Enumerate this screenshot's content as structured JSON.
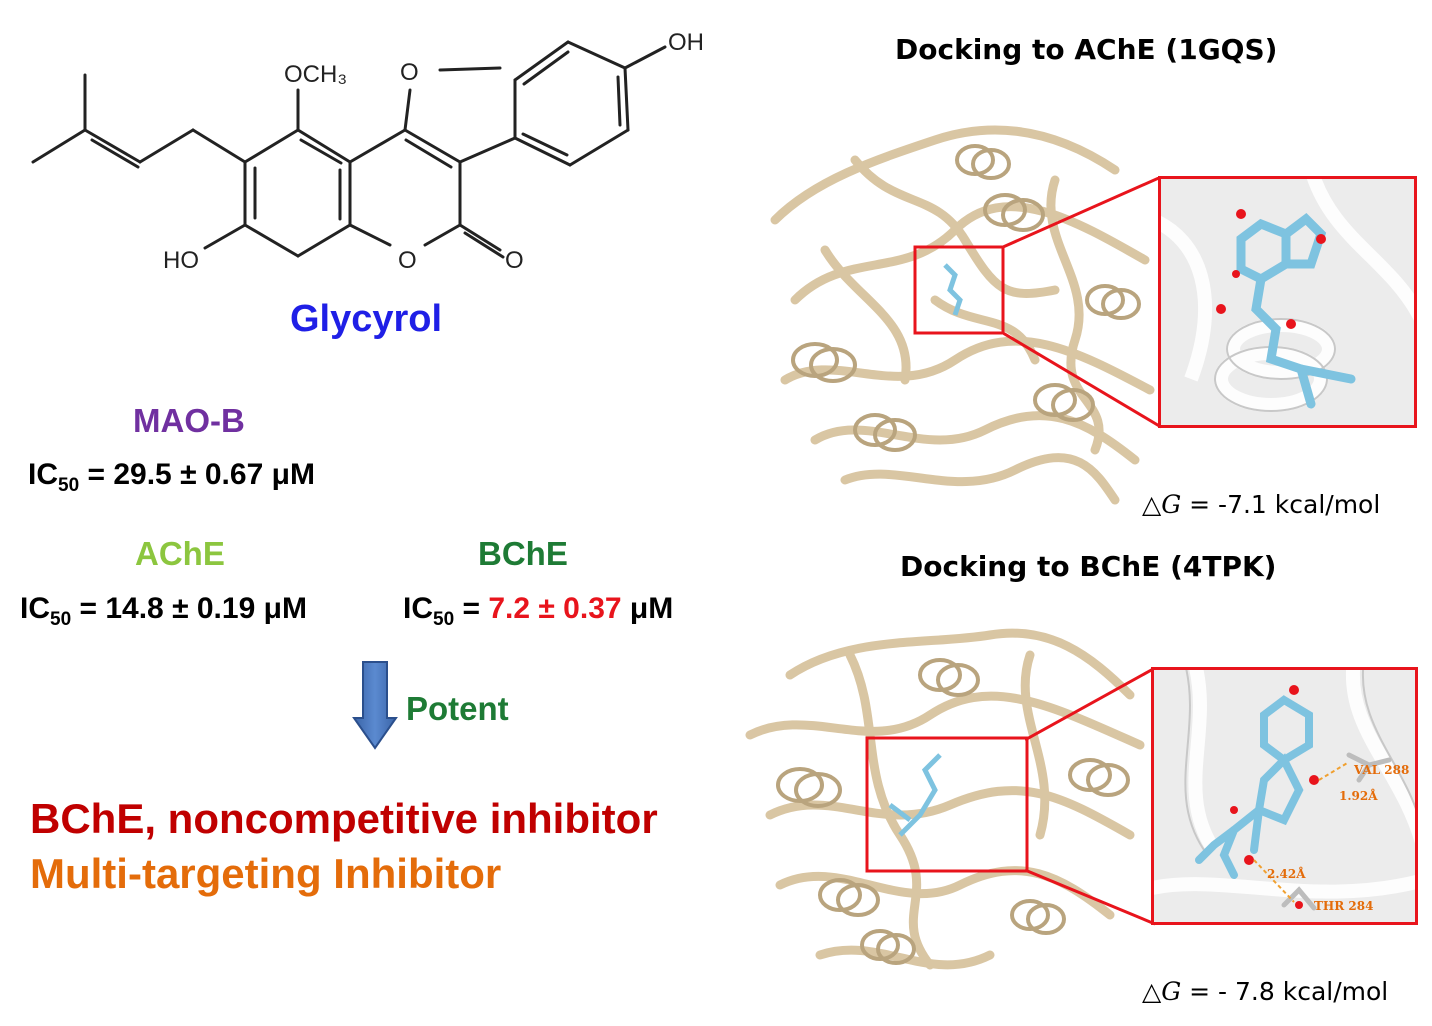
{
  "molecule": {
    "labels": {
      "methoxy": "OCH₃",
      "ring_o": "O",
      "oh_top": "OH",
      "oh_left": "HO",
      "o_lactone": "O",
      "o_carbonyl": "O"
    }
  },
  "compound_name": "Glycyrol",
  "maob": {
    "label": "MAO-B",
    "ic_prefix": "IC",
    "ic_sub": "50",
    "ic_value": "= 29.5 ± 0.67 μM"
  },
  "ache": {
    "label": "AChE",
    "ic_prefix": "IC",
    "ic_sub": "50",
    "ic_value": "= 14.8 ± 0.19 μM"
  },
  "bche": {
    "label": "BChE",
    "ic_prefix": "IC",
    "ic_sub": "50",
    "ic_eq": "= ",
    "ic_highlight": "7.2 ± 0.37",
    "ic_unit": " μM"
  },
  "arrow_label": "Potent",
  "conclusion": {
    "line1": "BChE, noncompetitive inhibitor",
    "line2": "Multi-targeting Inhibitor"
  },
  "docking_ache": {
    "title": "Docking to AChE (1GQS)",
    "dg_symbol": "△",
    "dg_var": "G",
    "dg_value": " =  -7.1 kcal/mol"
  },
  "docking_bche": {
    "title": "Docking to BChE (4TPK)",
    "dg_symbol": "△",
    "dg_var": "G",
    "dg_value": " =  - 7.8 kcal/mol",
    "residues": {
      "val": "VAL 288",
      "thr": "THR 284"
    },
    "distances": {
      "d1": "1.92Å",
      "d2": "2.42Å"
    }
  },
  "colors": {
    "compound": "#1f1fe6",
    "maob": "#7030a0",
    "ache": "#8cc63f",
    "bche": "#1e7b35",
    "highlight": "#e8141c",
    "conclusion1": "#c00000",
    "conclusion2": "#e46c0a",
    "protein": "#d8c39f",
    "ligand": "#7ec3e0",
    "inset_border": "#e8141c"
  }
}
